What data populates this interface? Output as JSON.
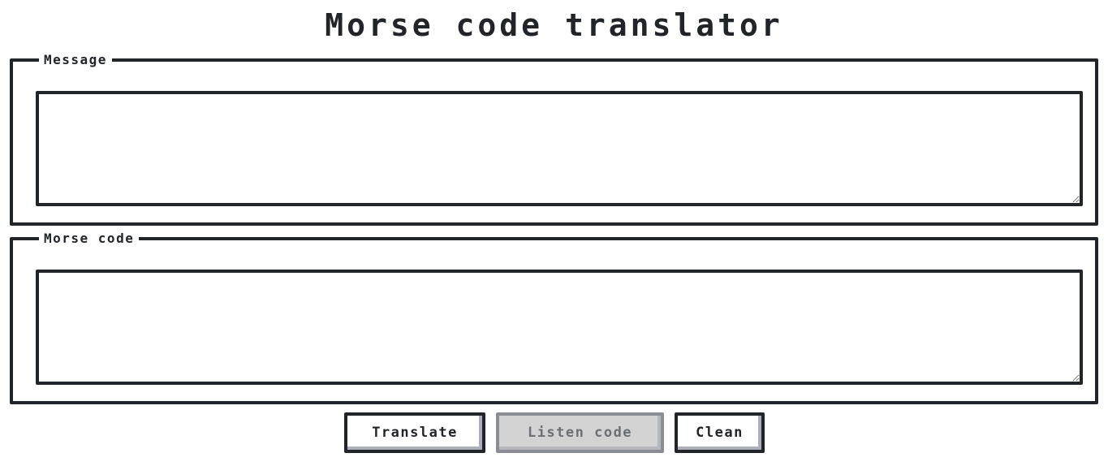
{
  "page": {
    "title": "Morse code translator"
  },
  "message_section": {
    "legend": "Message",
    "value": "",
    "placeholder": ""
  },
  "morse_section": {
    "legend": "Morse code",
    "value": "",
    "placeholder": ""
  },
  "buttons": {
    "translate_label": "Translate",
    "listen_label": "Listen code",
    "listen_disabled": true,
    "clean_label": "Clean"
  },
  "colors": {
    "text": "#212529",
    "border": "#212529",
    "disabled_bg": "#d3d3d3",
    "disabled_text": "#6c6f74"
  }
}
